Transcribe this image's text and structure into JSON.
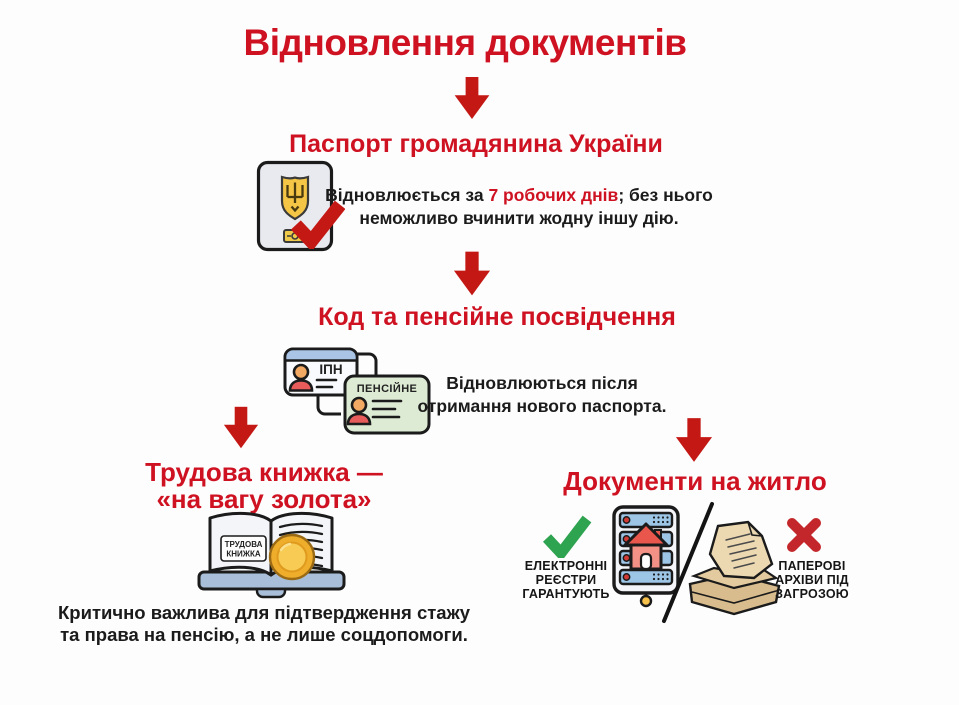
{
  "title": "Відновлення документів",
  "colors": {
    "heading_red": "#CF1222",
    "arrow_red": "#C41815",
    "check_green": "#2EA350",
    "cross_red": "#C3272B",
    "text_black": "#1b1b1b",
    "passport_gray": "#E9EAEF",
    "shield_gold": "#F5C646",
    "card_blue_bar": "#A9C4E5",
    "card_green": "#DEEBD4",
    "book_base_blue": "#A9BFD9",
    "coin_gold": "#EFAD2C",
    "server_bay_blue": "#9CC5E6",
    "paper_tan": "#E4CB9F"
  },
  "icons": {
    "flow_arrow": "down-arrow-icon",
    "passport": "ukraine-passport-icon",
    "passport_check": "red-checkmark-icon",
    "id_cards": "id-cards-icon",
    "work_book": "open-book-with-coin-icon",
    "server": "registry-server-icon",
    "slash": "divider-slash-icon",
    "papers": "paper-stack-icon",
    "green_check": "green-checkmark-icon",
    "red_cross": "red-cross-icon"
  },
  "passport_section": {
    "heading": "Паспорт громадянина України",
    "desc_line1_pre": "Відновлюється за ",
    "desc_line1_highlight": "7 робочих днів",
    "desc_line1_post": "; без нього",
    "desc_line2": "неможливо вчинити жодну іншу дію."
  },
  "code_pension_section": {
    "heading": "Код та пенсійне посвідчення",
    "card_ipn_label": "ІПН",
    "card_pension_label": "ПЕНСІЙНЕ",
    "desc_line1": "Відновлюються після",
    "desc_line2": "отримання нового паспорта."
  },
  "work_book_section": {
    "heading_line1": "Трудова книжка —",
    "heading_line2": "«на вагу золота»",
    "book_label_line1": "ТРУДОВА",
    "book_label_line2": "КНИЖКА",
    "desc_line1": "Критично важлива для підтвердження стажу",
    "desc_line2": "та права на пенсію, а не лише соцдопомоги."
  },
  "housing_section": {
    "heading": "Документи на житло",
    "electronic_label_line1": "ЕЛЕКТРОННІ",
    "electronic_label_line2": "РЕЄСТРИ",
    "electronic_label_line3": "ГАРАНТУЮТЬ",
    "paper_label_line1": "ПАПЕРОВІ",
    "paper_label_line2": "АРХІВИ ПІД",
    "paper_label_line3": "ЗАГРОЗОЮ"
  }
}
